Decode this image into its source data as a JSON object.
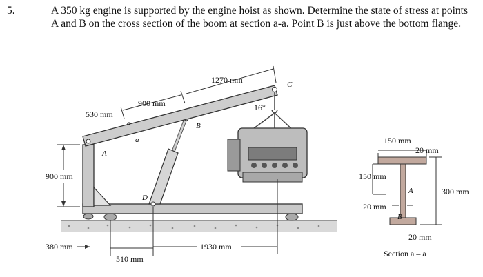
{
  "problem": {
    "number": "5.",
    "text": "A 350 kg engine is supported by the engine hoist as shown. Determine the state of stress at points A and B on the cross section of the boom at section a-a. Point B is just above the bottom flange."
  },
  "figure": {
    "dims": {
      "d1270": "1270 mm",
      "d900top": "900 mm",
      "d530": "530 mm",
      "d900left": "900 mm",
      "d380": "380 mm",
      "d510": "510 mm",
      "d1930": "1930 mm",
      "angle": "16°"
    },
    "labels": {
      "A": "A",
      "B": "B",
      "C": "C",
      "D": "D",
      "a1": "a",
      "a2": "a"
    }
  },
  "section": {
    "w150top": "150 mm",
    "t20flange": "20 mm",
    "h150": "150 mm",
    "A": "A",
    "h300": "300 mm",
    "t20web": "20 mm",
    "B": "B",
    "t20bottom": "20 mm",
    "caption": "Section a – a"
  }
}
